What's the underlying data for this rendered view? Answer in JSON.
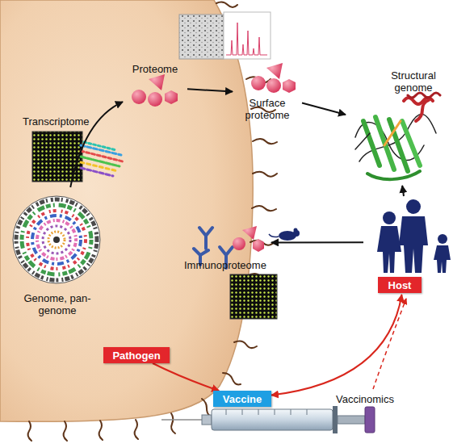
{
  "diagram": {
    "nodes": [
      {
        "text": [
          "Proteome"
        ]
      },
      {
        "text": [
          "Surface proteome"
        ]
      },
      {
        "text": [
          "Structural genome"
        ]
      },
      {
        "text": [
          "Genome, pan-genome"
        ]
      },
      {
        "text": [
          "Immunoproteome"
        ]
      },
      {
        "text": [
          "Host"
        ]
      },
      {
        "text": [
          "Pathogen"
        ]
      },
      {
        "text": [
          "Vaccine"
        ]
      }
    ],
    "edges": [
      {
        "from": 3,
        "to": 0,
        "arrow": "to"
      },
      {
        "from": 0,
        "to": 1,
        "arrow": "to"
      },
      {
        "from": 1,
        "to": 2,
        "arrow": "to"
      },
      {
        "from": 5,
        "to": 2,
        "arrow": "to"
      },
      {
        "from": 5,
        "to": 4,
        "arrow": "to"
      },
      {
        "from": 6,
        "to": 7,
        "arrow": "to"
      },
      {
        "from": 7,
        "to": 5,
        "arrow": "both"
      }
    ],
    "labels": [
      "Transcriptome",
      "Vaccinomics"
    ]
  }
}
